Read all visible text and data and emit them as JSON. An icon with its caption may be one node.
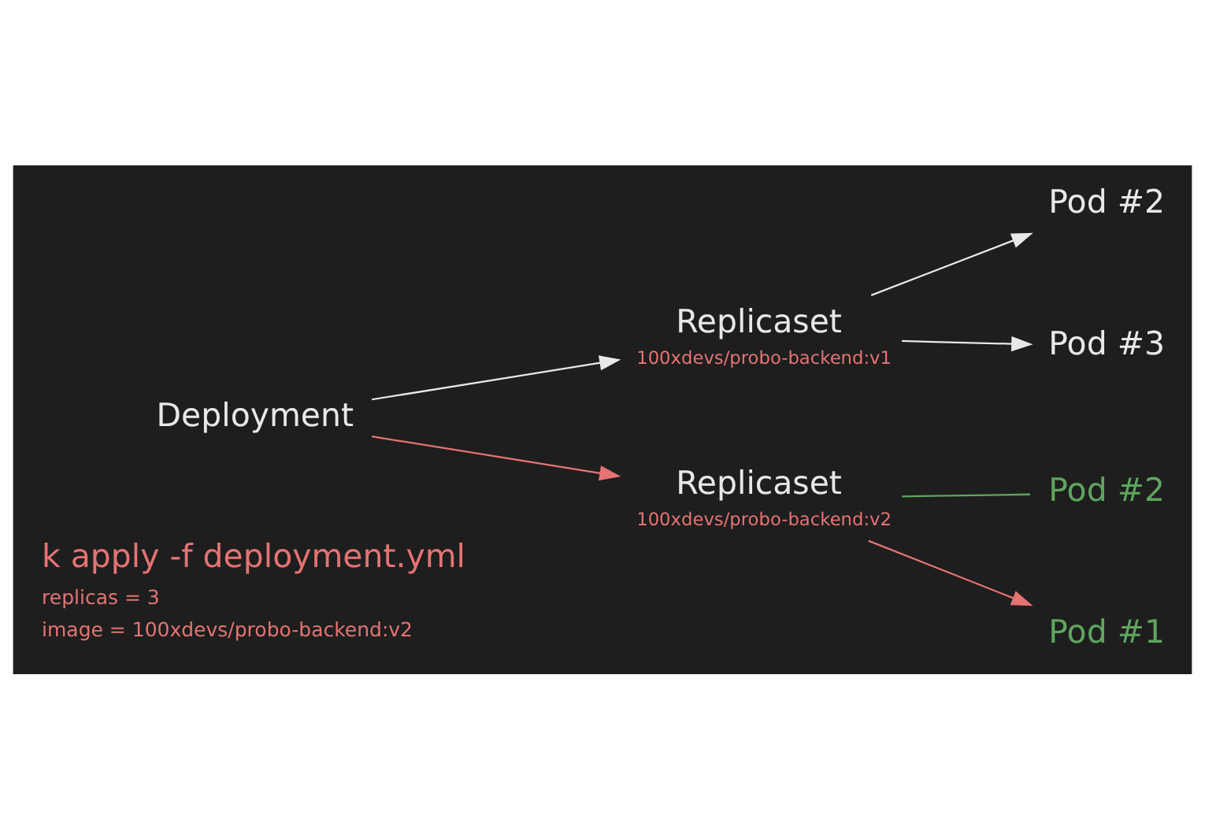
{
  "diagram": {
    "nodes": [
      {
        "text": [
          "Deployment"
        ]
      },
      {
        "text": [
          "Replicaset"
        ],
        "beside": [
          "100xdevs/probo-backend:v1"
        ]
      },
      {
        "text": [
          "Pod #2"
        ]
      },
      {
        "text": [
          "Replicaset"
        ],
        "beside": [
          "100xdevs/probo-backend:v2"
        ]
      },
      {
        "text": [
          "Pod #3"
        ]
      },
      {
        "text": [
          "Pod #2"
        ]
      },
      {
        "text": [
          "Pod #1"
        ]
      }
    ],
    "edges": [
      {
        "from": 0,
        "to": 1,
        "arrow": "to"
      },
      {
        "from": 1,
        "to": 2,
        "arrow": "to"
      },
      {
        "from": 1,
        "to": 4,
        "arrow": "to"
      },
      {
        "from": 0,
        "to": 3,
        "arrow": "to",
        "color": "#e57373"
      },
      {
        "from": 3,
        "to": 5,
        "arrow": "none",
        "color": "#5fa55f"
      },
      {
        "from": 3,
        "to": 6,
        "arrow": "to",
        "color": "#e57373"
      }
    ],
    "labels": [
      "k apply -f deployment.yml",
      "replicas = 3",
      "image = 100xdevs/probo-backend:v2"
    ]
  }
}
